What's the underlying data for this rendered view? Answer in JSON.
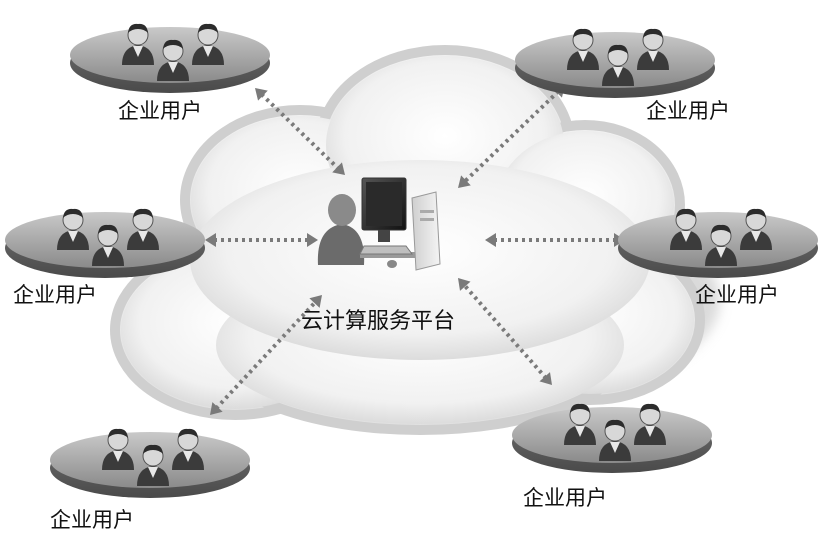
{
  "center": {
    "label": "云计算服务平台",
    "icon": "user-computer-icon"
  },
  "groups": [
    {
      "id": "top-left",
      "label": "企业用户",
      "icon": "user-group-icon"
    },
    {
      "id": "top-right",
      "label": "企业用户",
      "icon": "user-group-icon"
    },
    {
      "id": "mid-left",
      "label": "企业用户",
      "icon": "user-group-icon"
    },
    {
      "id": "mid-right",
      "label": "企业用户",
      "icon": "user-group-icon"
    },
    {
      "id": "bottom-left",
      "label": "企业用户",
      "icon": "user-group-icon"
    },
    {
      "id": "bottom-right",
      "label": "企业用户",
      "icon": "user-group-icon"
    }
  ],
  "colors": {
    "arrow": "#7a7a7a",
    "disc": "#8f8f8f",
    "cloud": "#d9d9d9",
    "person": "#3a3a3a"
  }
}
